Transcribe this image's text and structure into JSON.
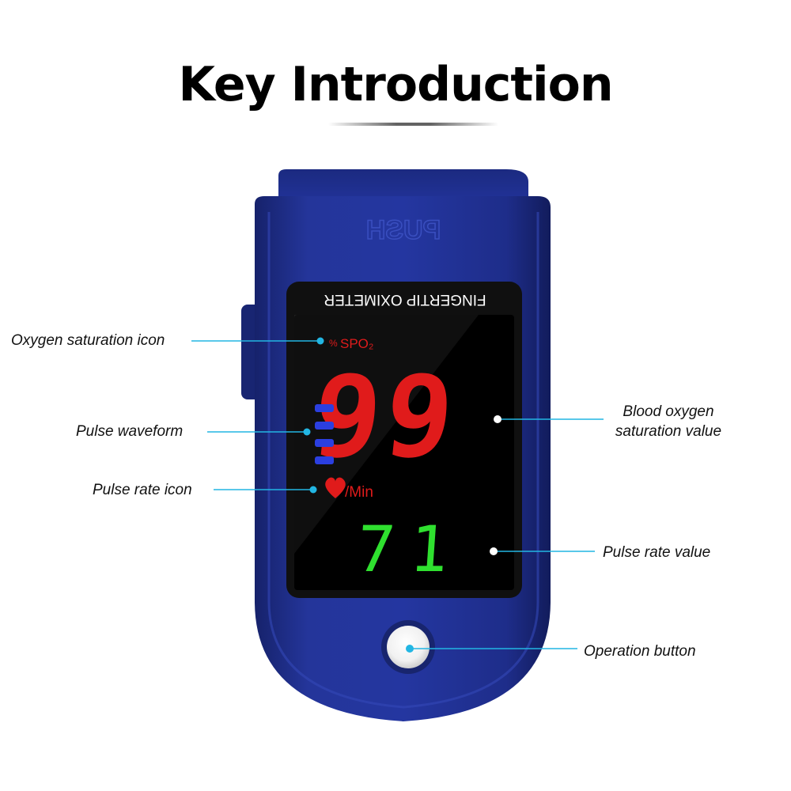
{
  "title": "Key Introduction",
  "device": {
    "push_text": "PUSH",
    "screen_header": "FINGERTIP OXIMETER",
    "spo2_unit": "%",
    "spo2_label": "SPO₂",
    "spo2_value": "99",
    "pulse_unit": "/Min",
    "pulse_value": "71",
    "waveform_bars": 4
  },
  "callouts": {
    "oxygen_icon": "Oxygen saturation icon",
    "waveform": "Pulse waveform",
    "pulse_icon": "Pulse rate icon",
    "spo2_value_line1": "Blood oxygen",
    "spo2_value_line2": "saturation value",
    "pulse_value": "Pulse rate value",
    "button": "Operation button"
  },
  "colors": {
    "body_blue": "#1f2f8c",
    "screen": "#000000",
    "spo2_red": "#e01b1b",
    "pulse_green": "#2fe02f",
    "wave_blue": "#2b3fe0",
    "callout_line": "#22b6e3"
  }
}
